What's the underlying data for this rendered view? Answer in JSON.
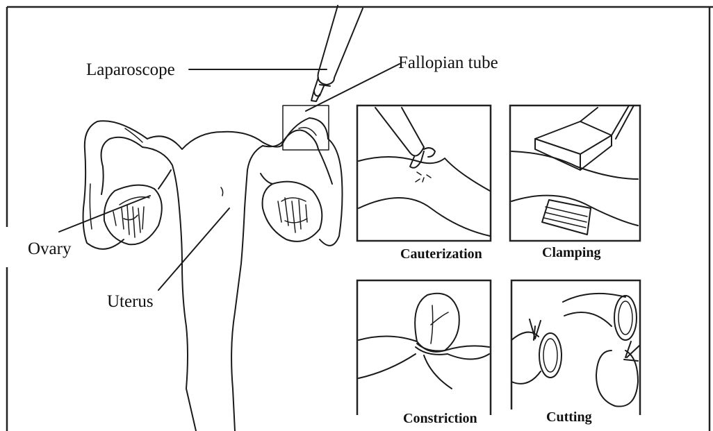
{
  "labels": {
    "laparoscope": "Laparoscope",
    "fallopian_tube": "Fallopian tube",
    "ovary": "Ovary",
    "uterus": "Uterus"
  },
  "panels": {
    "cauterization": "Cauterization",
    "clamping": "Clamping",
    "constriction": "Constriction",
    "cutting": "Cutting"
  }
}
